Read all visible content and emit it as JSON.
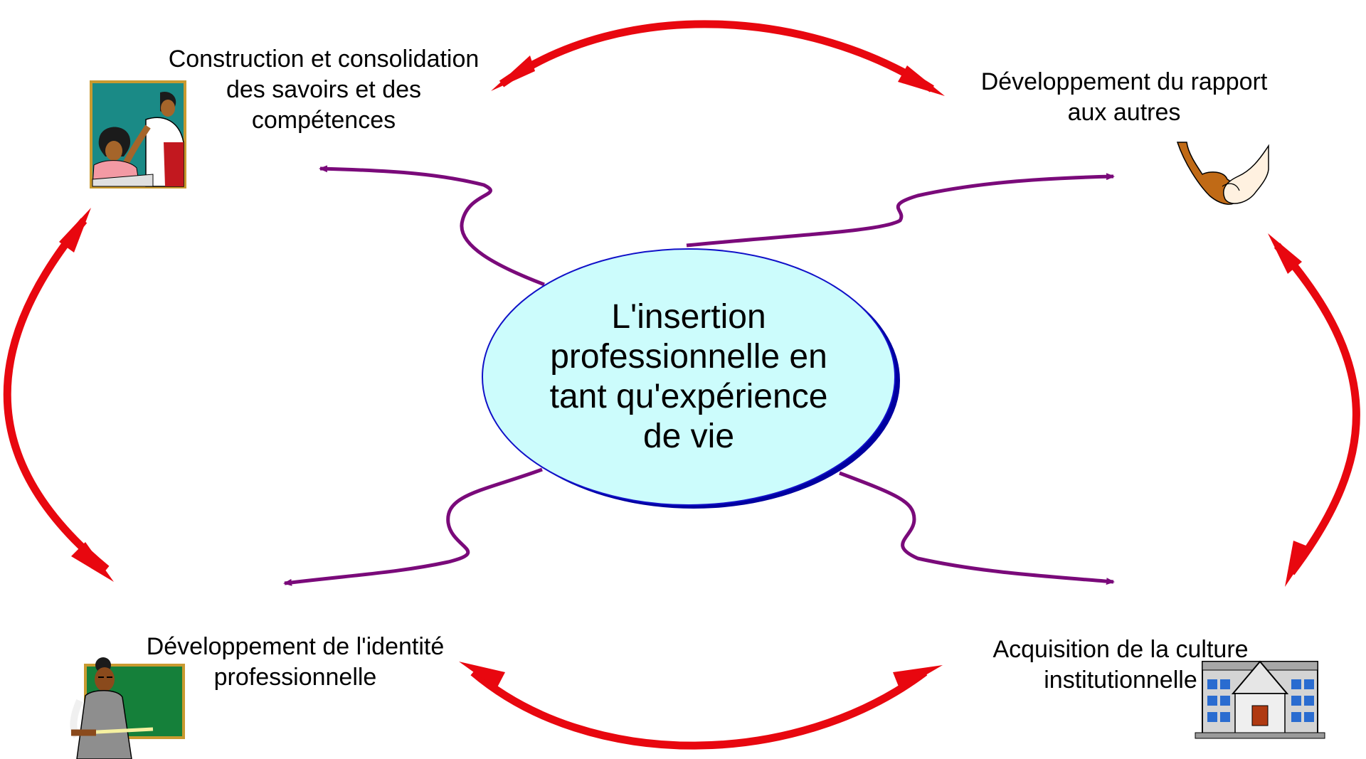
{
  "center": {
    "lines": [
      "L'insertion",
      "professionnelle en",
      "tant qu'expérience",
      "de vie"
    ]
  },
  "nodes": {
    "top_left": {
      "lines": [
        "Construction et consolidation",
        "des savoirs et des",
        "compétences"
      ],
      "icon": "teacher-helping-student-icon"
    },
    "top_right": {
      "lines": [
        "Développement du rapport",
        "aux autres"
      ],
      "icon": "holding-hands-icon"
    },
    "bottom_left": {
      "lines": [
        "Développement de l'identité",
        "professionnelle"
      ],
      "icon": "teacher-at-blackboard-icon"
    },
    "bottom_right": {
      "lines": [
        "Acquisition de la culture",
        "institutionnelle"
      ],
      "icon": "school-building-icon"
    }
  },
  "colors": {
    "red_arrows": "#e8070f",
    "purple_connectors": "#7a0a7a",
    "ellipse_fill": "#ccfcfc",
    "ellipse_outline": "#1010c8",
    "ellipse_shadow": "#0000a0"
  }
}
